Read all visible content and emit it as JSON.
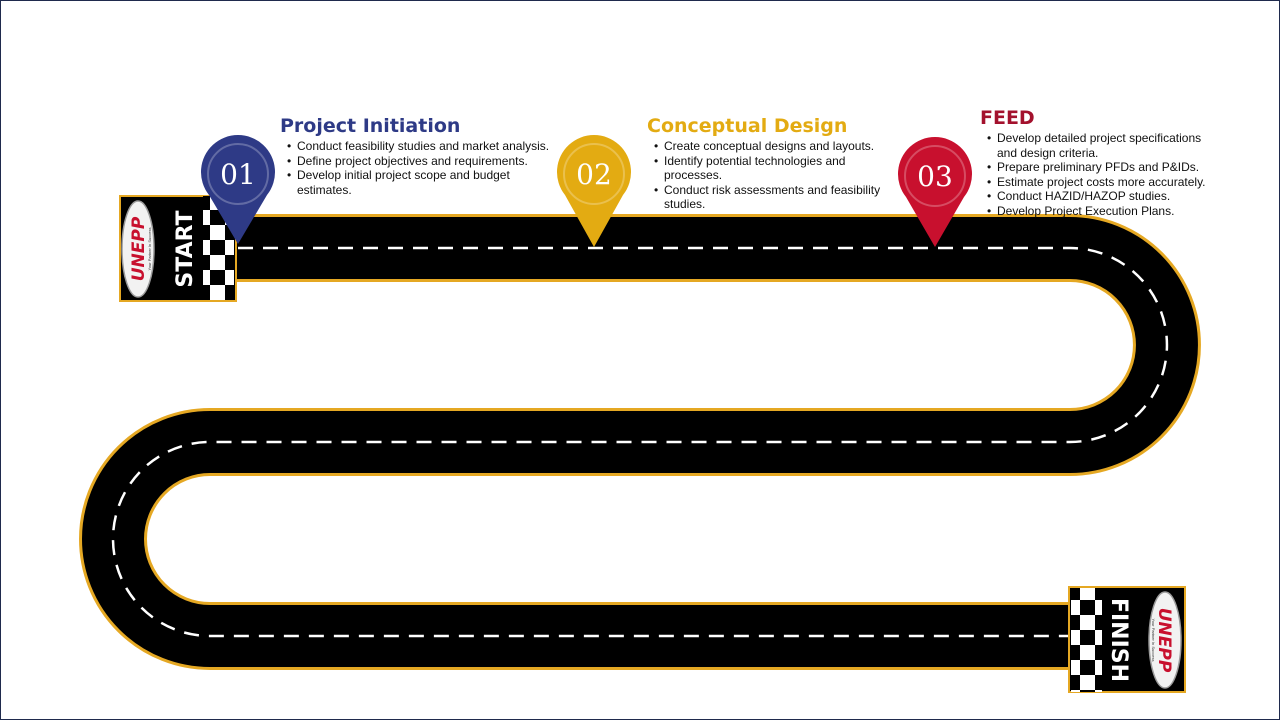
{
  "colors": {
    "navy": "#2e3a86",
    "gold": "#e3ab12",
    "crimson": "#c8102e",
    "track": "#000000",
    "track_border": "#e5a823",
    "lane": "#ffffff"
  },
  "start_label": "START",
  "finish_label": "FINISH",
  "logo": {
    "text": "UNEPP",
    "tagline": "Your Partner In Success"
  },
  "steps": [
    {
      "number": "01",
      "title": "Project Initiation",
      "bullets": [
        "Conduct feasibility studies and market analysis.",
        "Define project objectives and requirements.",
        "Develop initial project scope and budget estimates."
      ]
    },
    {
      "number": "02",
      "title": "Conceptual Design",
      "bullets": [
        "Create conceptual designs and layouts.",
        "Identify potential technologies and processes.",
        "Conduct risk assessments and feasibility studies."
      ]
    },
    {
      "number": "03",
      "title": "FEED",
      "bullets": [
        "Develop detailed project specifications and design criteria.",
        "Prepare preliminary PFDs and P&IDs.",
        "Estimate project costs more accurately.",
        "Conduct HAZID/HAZOP studies.",
        "Develop Project Execution Plans."
      ]
    }
  ]
}
